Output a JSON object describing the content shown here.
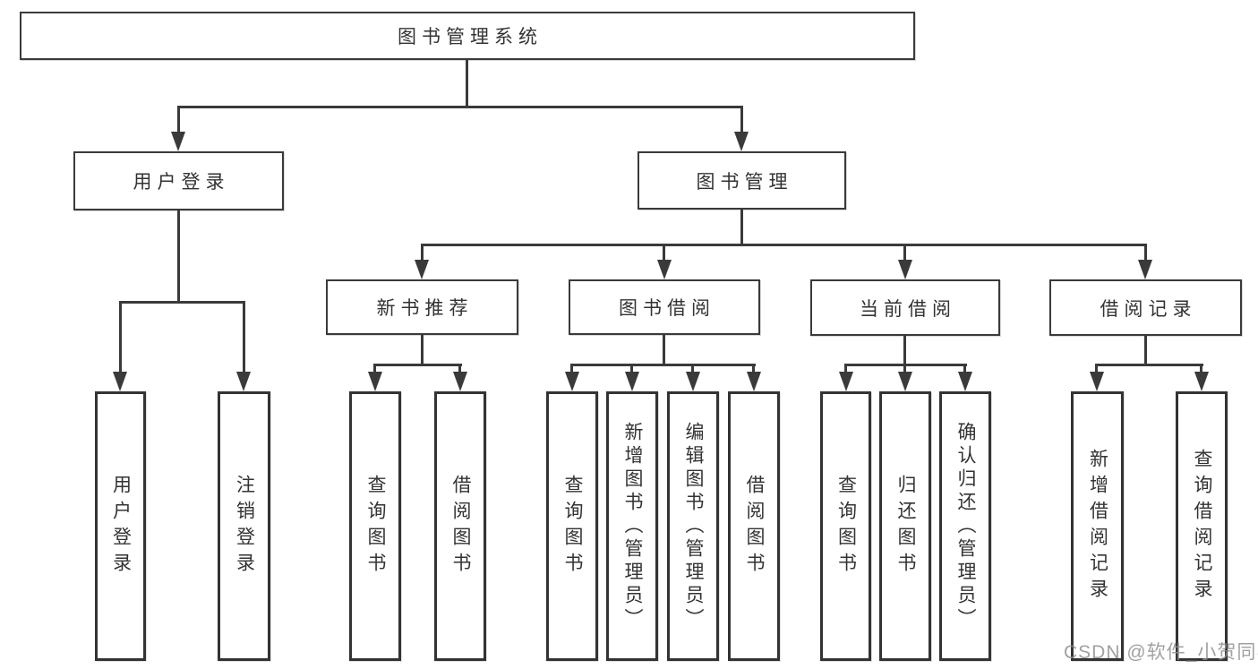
{
  "colors": {
    "line": "#3a3a3a",
    "text": "#333333",
    "watermark": "#919191",
    "background": "#ffffff"
  },
  "watermark": {
    "text": "CSDN @软件_小贺同学"
  },
  "tree": {
    "root": "图书管理系统",
    "branches": [
      {
        "label": "用户登录",
        "leaves": [
          "用户登录",
          "注销登录"
        ]
      },
      {
        "label": "图书管理",
        "groups": [
          {
            "label": "新书推荐",
            "leaves": [
              "查询图书",
              "借阅图书"
            ]
          },
          {
            "label": "图书借阅",
            "leaves": [
              "查询图书",
              "新增图书（管理员）",
              "编辑图书（管理员）",
              "借阅图书"
            ]
          },
          {
            "label": "当前借阅",
            "leaves": [
              "查询图书",
              "归还图书",
              "确认归还（管理员）"
            ]
          },
          {
            "label": "借阅记录",
            "leaves": [
              "新增借阅记录",
              "查询借阅记录"
            ]
          }
        ]
      }
    ]
  }
}
